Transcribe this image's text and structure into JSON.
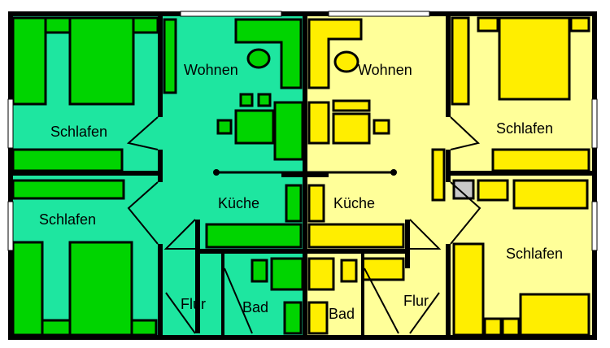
{
  "colors": {
    "left_floor": "#1ee6a0",
    "left_furniture": "#00d400",
    "right_floor": "#ffff99",
    "right_furniture": "#ffee00",
    "wall": "#000000",
    "window": "#ffffff",
    "appliance": "#c8c8c8"
  },
  "left_unit": {
    "bedroom_top_label": "Schlafen",
    "living_label": "Wohnen",
    "bedroom_bottom_label": "Schlafen",
    "kitchen_label": "Küche",
    "hall_label": "Flur",
    "bath_label": "Bad"
  },
  "right_unit": {
    "living_label": "Wohnen",
    "bedroom_top_label": "Schlafen",
    "kitchen_label": "Küche",
    "bedroom_bottom_label": "Schlafen",
    "bath_label": "Bad",
    "hall_label": "Flur"
  }
}
